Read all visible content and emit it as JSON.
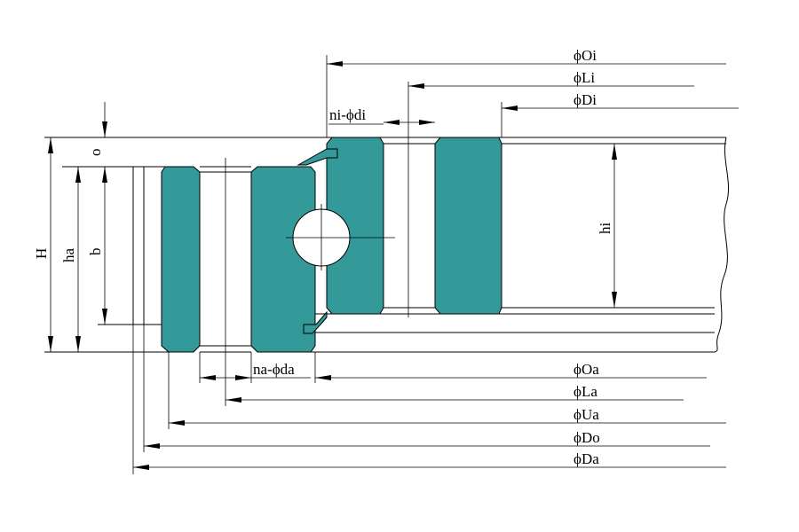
{
  "diagram": {
    "section_color": "#339999",
    "labels": {
      "O_i": "ϕOi",
      "L_i": "ϕLi",
      "D_i": "ϕDi",
      "ni_di": "ni-ϕdi",
      "O_a": "ϕOa",
      "L_a": "ϕLa",
      "U_a": "ϕUa",
      "D_o": "ϕDo",
      "D_a": "ϕDa",
      "na_da": "na-ϕda",
      "H": "H",
      "ha": "ha",
      "b": "b",
      "o": "o",
      "hi": "hi"
    }
  }
}
